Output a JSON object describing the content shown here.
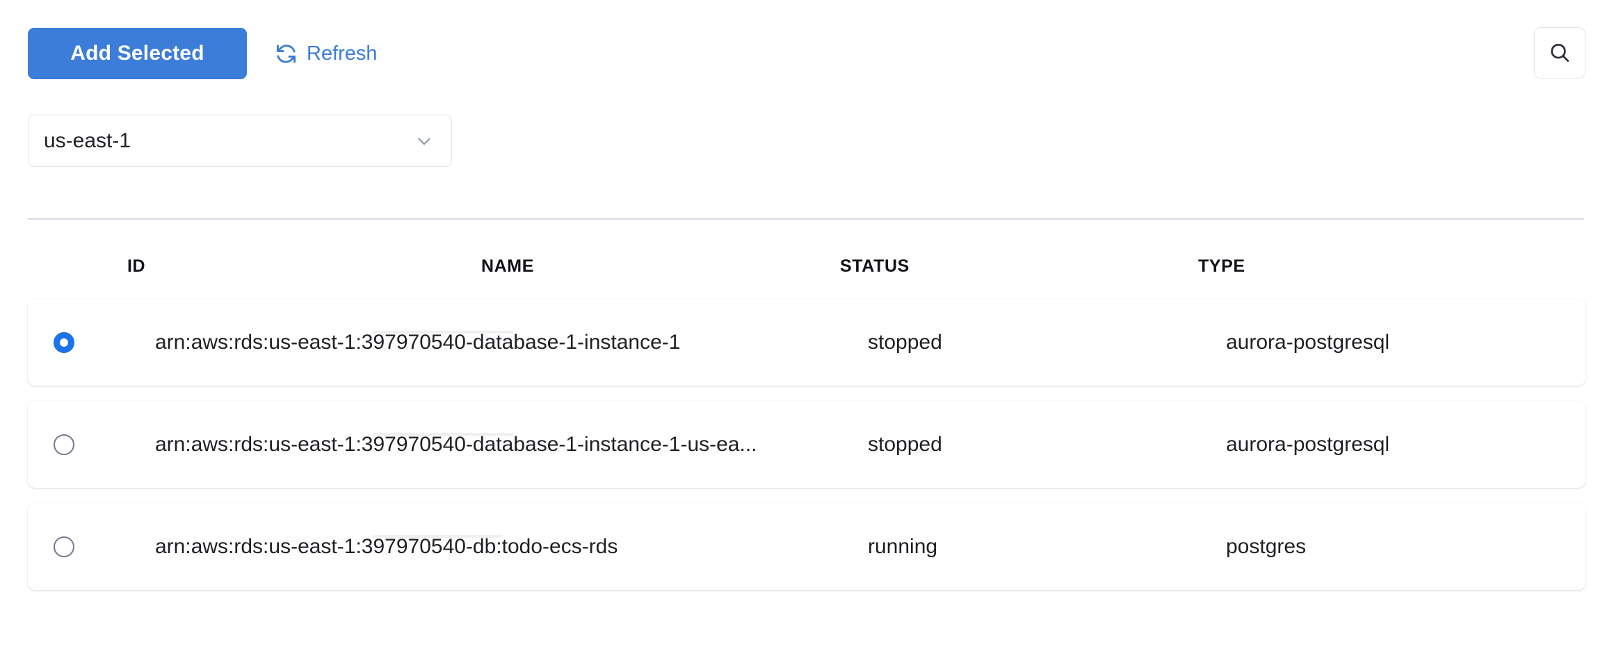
{
  "toolbar": {
    "add_selected_label": "Add Selected",
    "refresh_label": "Refresh",
    "refresh_icon": "refresh-icon",
    "search_icon": "search-icon",
    "primary_color": "#3b7dd8",
    "link_color": "#3b7dd8"
  },
  "region_select": {
    "value": "us-east-1",
    "chevron_icon": "chevron-down-icon",
    "options": [
      "us-east-1"
    ]
  },
  "table": {
    "columns": [
      "ID",
      "NAME",
      "STATUS",
      "TYPE"
    ],
    "rows": [
      {
        "selected": true,
        "id_prefix": "arn:aws:rds:us-east-1:3",
        "id_redacted": "97970540-data",
        "id_suffix": "base-1-instance-1",
        "name": "",
        "status": "stopped",
        "type": "aurora-postgresql"
      },
      {
        "selected": false,
        "id_prefix": "arn:aws:rds:us-east-1:3",
        "id_redacted": "97970540-data",
        "id_suffix": "base-1-instance-1-us-ea...",
        "name": "",
        "status": "stopped",
        "type": "aurora-postgresql"
      },
      {
        "selected": false,
        "id_prefix": "arn:aws:rds:us-east-1:3",
        "id_redacted": "97970540-db:",
        "id_suffix": "todo-ecs-rds",
        "name": "",
        "status": "running",
        "type": "postgres"
      }
    ]
  },
  "colors": {
    "accent": "#1a73e8",
    "button": "#3b7dd8",
    "divider": "#d5dae4",
    "border": "#e3e4ea",
    "redaction": "#f0f0f0",
    "text": "#1f2024"
  }
}
